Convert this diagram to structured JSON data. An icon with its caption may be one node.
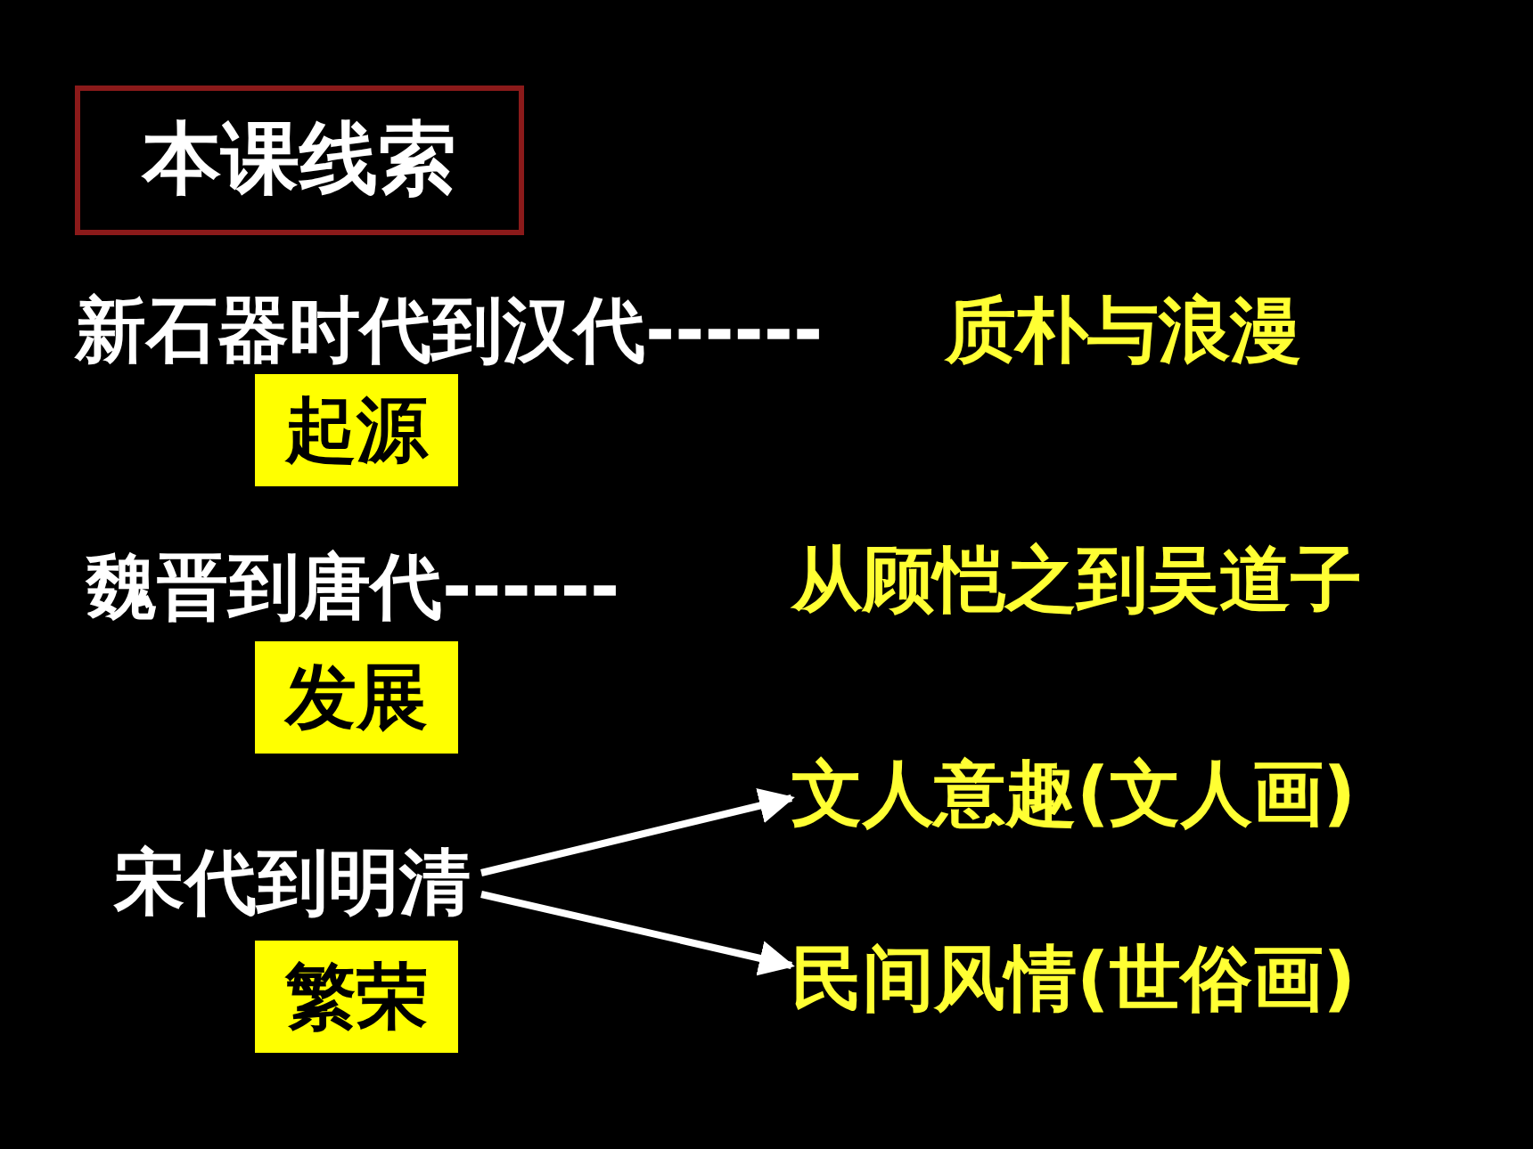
{
  "diagram": {
    "title": "本课线索",
    "nodes": [
      {
        "text": [
          "新石器时代到汉代------"
        ]
      },
      {
        "text": [
          "质朴与浪漫"
        ]
      },
      {
        "text": [
          "起源"
        ]
      },
      {
        "text": [
          "魏晋到唐代------"
        ]
      },
      {
        "text": [
          "从顾恺之到吴道子"
        ]
      },
      {
        "text": [
          "发展"
        ]
      },
      {
        "text": [
          "宋代到明清"
        ]
      },
      {
        "text": [
          "文人意趣(文人画)"
        ]
      },
      {
        "text": [
          "民间风情(世俗画)"
        ]
      },
      {
        "text": [
          "繁荣"
        ]
      }
    ],
    "edges": [
      {
        "from": 6,
        "to": 7,
        "arrow": "to"
      },
      {
        "from": 6,
        "to": 8,
        "arrow": "to"
      }
    ]
  }
}
